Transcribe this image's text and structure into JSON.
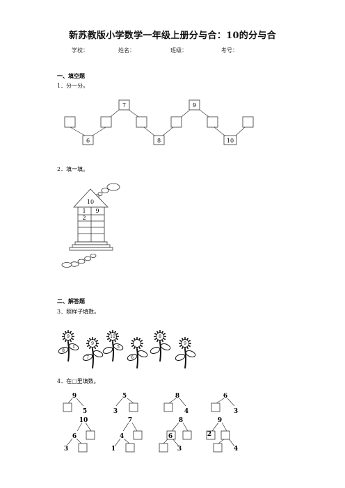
{
  "header": {
    "title": "新苏教版小学数学一年级上册分与合：10的分与合",
    "school": "学校：",
    "name": "姓名：",
    "class": "班级：",
    "exam_no": "考号："
  },
  "section1": {
    "title": "一、填空题",
    "q1": {
      "label": "1．分一分。",
      "numbers": [
        "7",
        "9",
        "6",
        "8",
        "10"
      ]
    },
    "q2": {
      "label": "2．填一填。",
      "roof": "10",
      "row1_left": "1",
      "row1_right": "9",
      "row2_left": "2"
    }
  },
  "section2": {
    "title": "二、解答题",
    "q3": {
      "label": "3．照样子填数。",
      "flowers": [
        {
          "top": "9",
          "left": "8",
          "right": "1"
        },
        {
          "top": "9",
          "left": "7",
          "right": ""
        },
        {
          "top": "10",
          "left": "",
          "right": "5"
        },
        {
          "top": "",
          "left": "6",
          "right": ""
        },
        {
          "top": "8",
          "left": "",
          "right": ""
        },
        {
          "top": "9",
          "left": "",
          "right": ""
        }
      ]
    },
    "q4": {
      "label": "4．在□里填数。",
      "row1": [
        {
          "top": "9",
          "left": "",
          "right": "5"
        },
        {
          "top": "5",
          "left": "3",
          "right": ""
        },
        {
          "top": "8",
          "left": "",
          "right": "4"
        },
        {
          "top": "6",
          "left": "",
          "right": "3"
        }
      ],
      "row2": [
        {
          "top": "10",
          "mid": "6",
          "left": "3",
          "right": ""
        },
        {
          "top": "7",
          "mid": "4",
          "left": "1",
          "right": ""
        },
        {
          "top": "8",
          "mid": "6",
          "left": "",
          "right": "3"
        },
        {
          "top": "9",
          "mid": "2",
          "left": "",
          "right": "4"
        }
      ]
    }
  }
}
